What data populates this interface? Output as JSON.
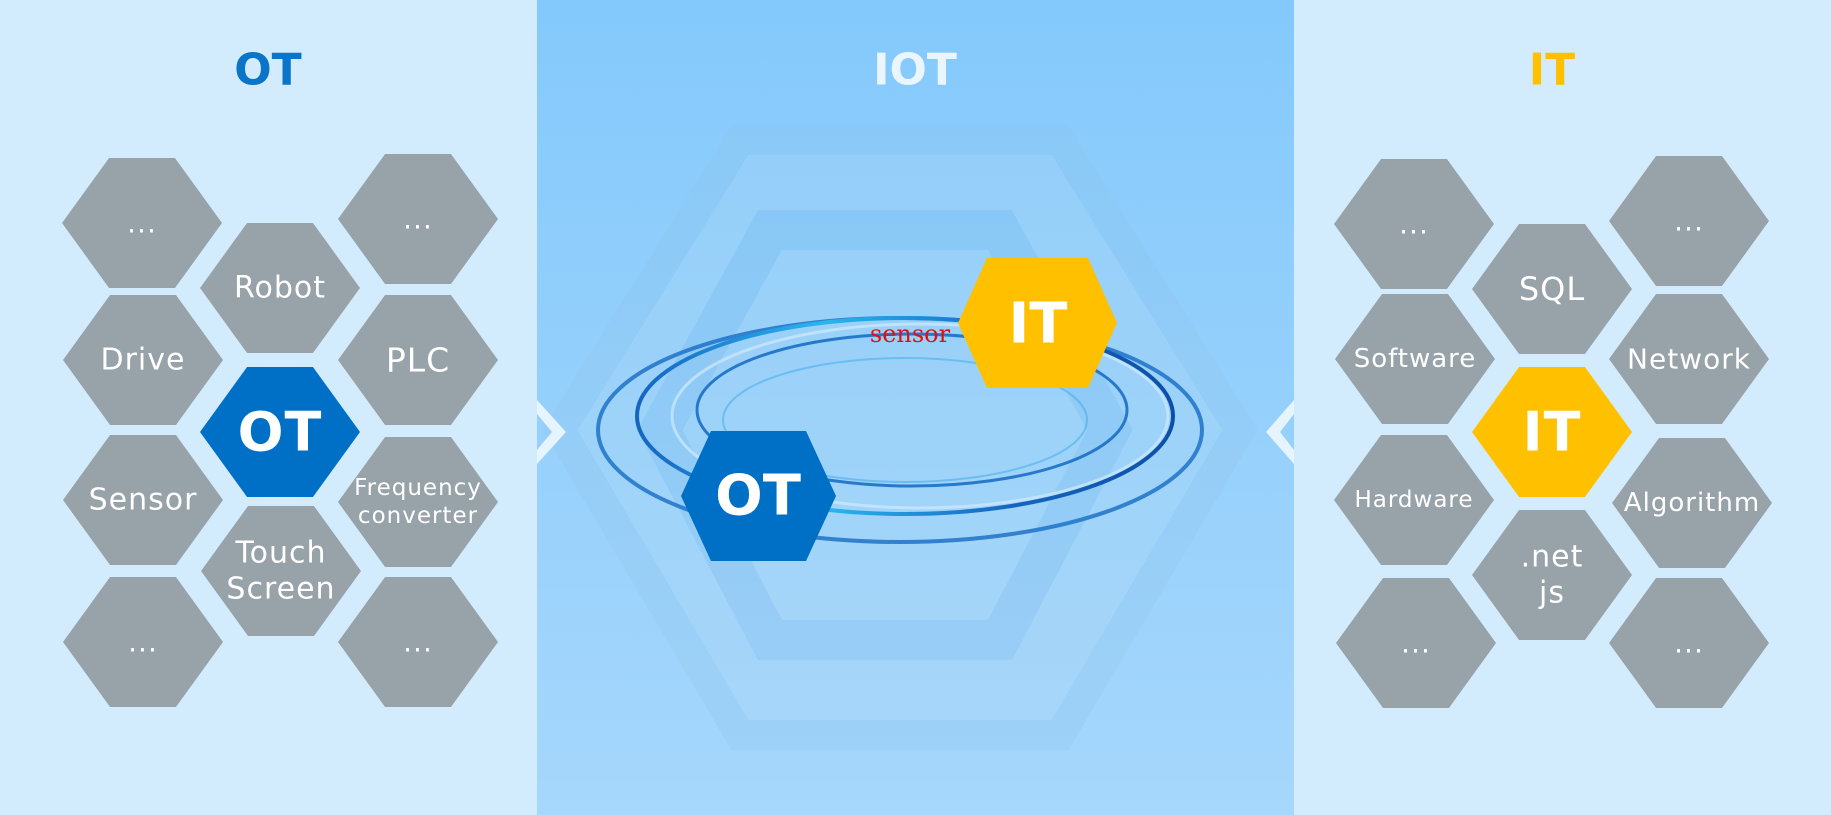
{
  "colors": {
    "background": "#d2ecfd",
    "middle_panel": "#86cbfd",
    "hex_gray": "#98a2a9",
    "ot_blue": "#0070c6",
    "it_yellow": "#ffc000",
    "iot_title": "#e9f4fd",
    "sensor_red": "#e01010",
    "ring_blue": "#1a6fc4",
    "ring_cyan": "#39c2f0"
  },
  "columns": {
    "ot": {
      "title": "OT",
      "center": "OT",
      "hexes": [
        {
          "id": "ot-top-left-more",
          "lines": [
            "..."
          ]
        },
        {
          "id": "ot-top-right-more",
          "lines": [
            "..."
          ]
        },
        {
          "id": "ot-robot",
          "lines": [
            "Robot"
          ]
        },
        {
          "id": "ot-drive",
          "lines": [
            "Drive"
          ]
        },
        {
          "id": "ot-plc",
          "lines": [
            "PLC"
          ]
        },
        {
          "id": "ot-sensor",
          "lines": [
            "Sensor"
          ]
        },
        {
          "id": "ot-frequency-converter",
          "lines": [
            "Frequency",
            "converter"
          ]
        },
        {
          "id": "ot-touch-screen",
          "lines": [
            "Touch",
            "Screen"
          ]
        },
        {
          "id": "ot-bottom-left-more",
          "lines": [
            "..."
          ]
        },
        {
          "id": "ot-bottom-right-more",
          "lines": [
            "..."
          ]
        }
      ]
    },
    "iot": {
      "title": "IOT",
      "ot_hex": "OT",
      "it_hex": "IT",
      "sensor_label": "sensor"
    },
    "it": {
      "title": "IT",
      "center": "IT",
      "hexes": [
        {
          "id": "it-top-left-more",
          "lines": [
            "..."
          ]
        },
        {
          "id": "it-top-right-more",
          "lines": [
            "..."
          ]
        },
        {
          "id": "it-sql",
          "lines": [
            "SQL"
          ]
        },
        {
          "id": "it-software",
          "lines": [
            "Software"
          ]
        },
        {
          "id": "it-network",
          "lines": [
            "Network"
          ]
        },
        {
          "id": "it-hardware",
          "lines": [
            "Hardware"
          ]
        },
        {
          "id": "it-algorithm",
          "lines": [
            "Algorithm"
          ]
        },
        {
          "id": "it-dotnet-js",
          "lines": [
            ".net",
            "js"
          ]
        },
        {
          "id": "it-bottom-left-more",
          "lines": [
            "..."
          ]
        },
        {
          "id": "it-bottom-right-more",
          "lines": [
            "..."
          ]
        }
      ]
    }
  }
}
